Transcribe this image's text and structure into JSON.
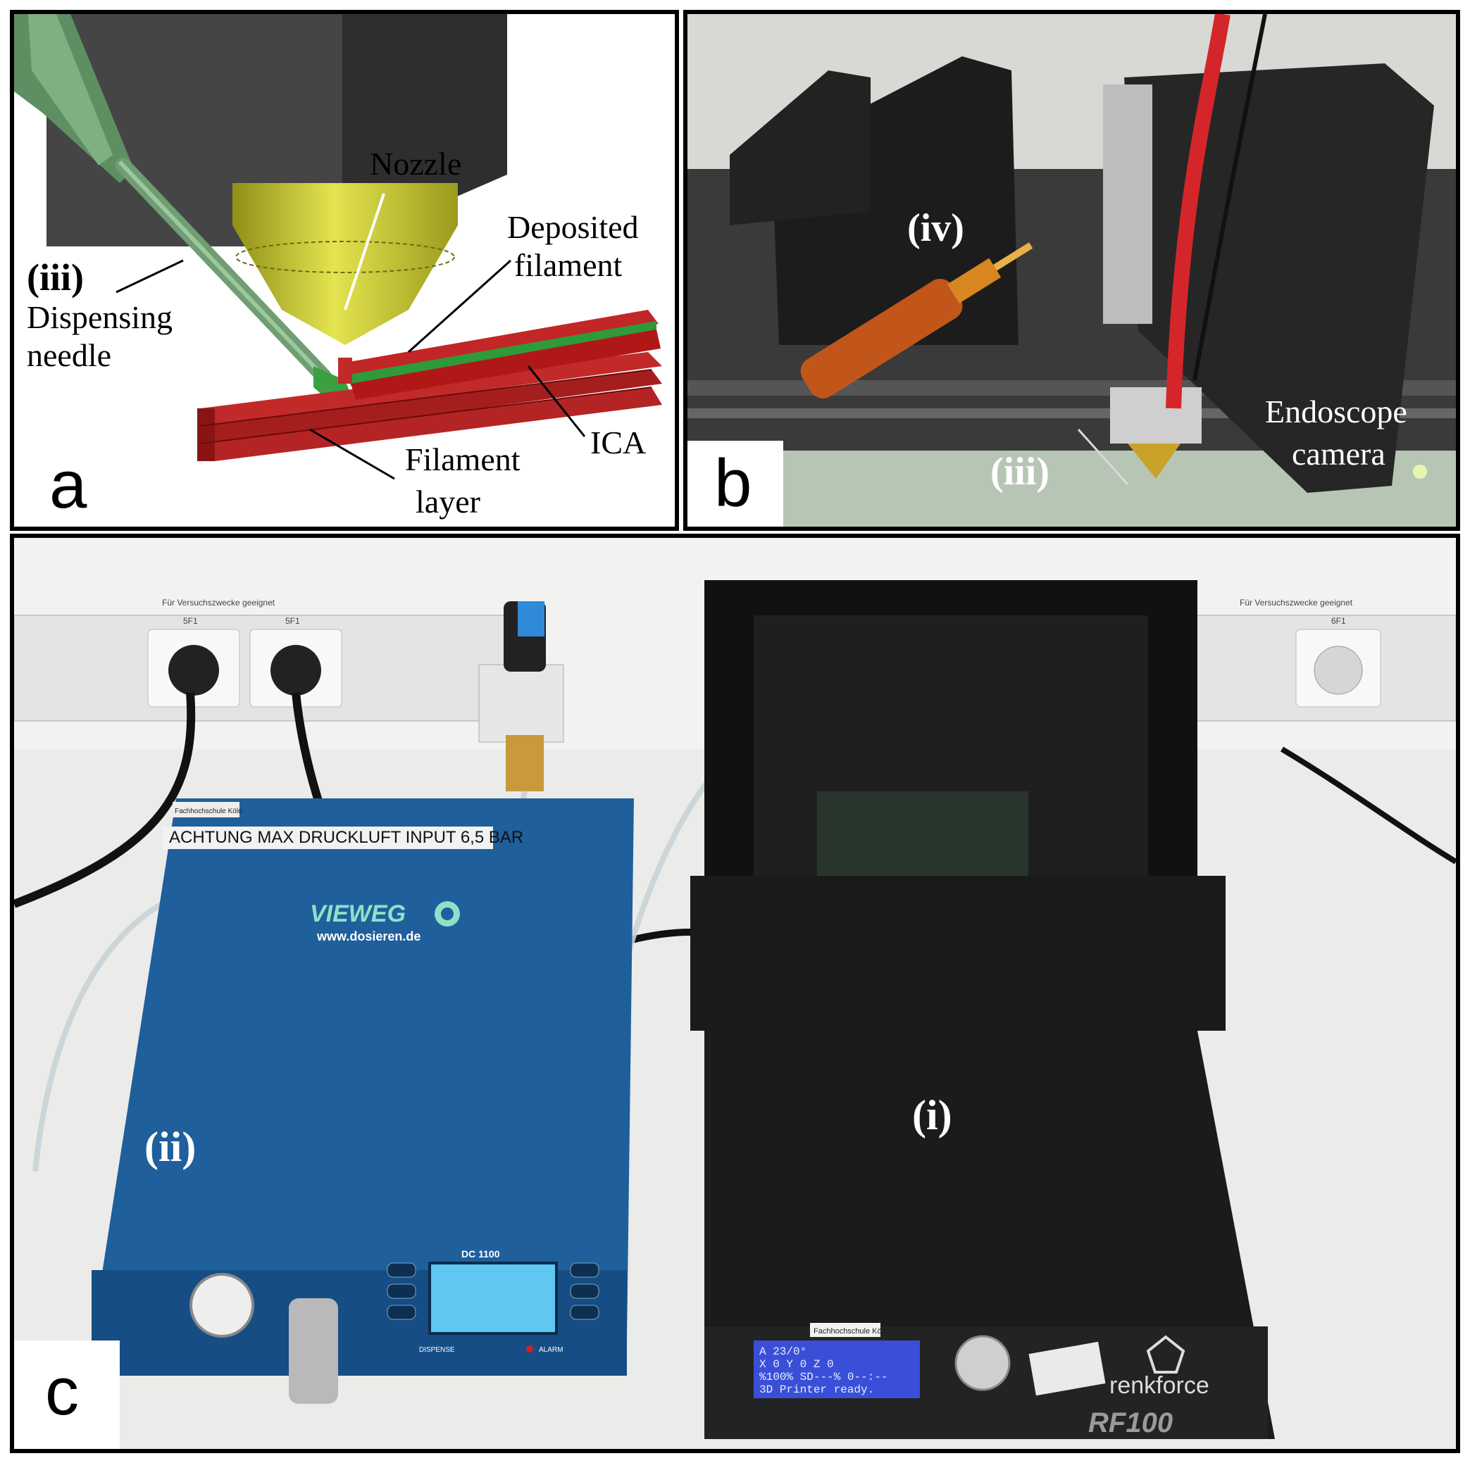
{
  "panel_a": {
    "letter": "a",
    "labels": {
      "nozzle": "Nozzle",
      "deposited_line1": "Deposited",
      "deposited_line2": "filament",
      "iii": "(iii)",
      "dispensing_line1": "Dispensing",
      "dispensing_line2": "needle",
      "ica": "ICA",
      "filament_line1": "Filament",
      "filament_line2": "layer"
    }
  },
  "panel_b": {
    "letter": "b",
    "labels": {
      "iv": "(iv)",
      "iii": "(iii)",
      "endoscope_line1": "Endoscope",
      "endoscope_line2": "camera"
    }
  },
  "panel_c": {
    "letter": "c",
    "labels": {
      "i": "(i)",
      "ii": "(ii)"
    },
    "dispenser": {
      "warning": "ACHTUNG MAX DRUCKLUFT INPUT 6,5 BAR",
      "brand": "VIEWEG",
      "url": "www.dosieren.de",
      "model": "DC 1100",
      "dispense": "DISPENSE",
      "alarm": "ALARM",
      "owner_sticker": "Fachhochschule Köln"
    },
    "printer": {
      "brand": "renkforce",
      "model": "RF100",
      "sticker": "Fachhochschule Köln",
      "lcd_lines": [
        "A 23/0°",
        "X  0  Y  0  Z  0",
        "%100%  SD---%  0--:--",
        "3D Printer ready."
      ]
    },
    "sockets": {
      "left_label": "Für Versuchszwecke geeignet",
      "right_label": "Für Versuchszwecke geeignet",
      "tag_1": "5F1",
      "tag_2": "5F1",
      "tag_3": "6F1"
    }
  },
  "colors": {
    "filament_red": "#b01818",
    "ica_green": "#2f9a3a",
    "nozzle_yellow": "#c8c82a",
    "needle_green": "#6a9a6a",
    "dispenser_blue": "#1f5f9c",
    "lcd_blue": "#3a4fd8"
  }
}
